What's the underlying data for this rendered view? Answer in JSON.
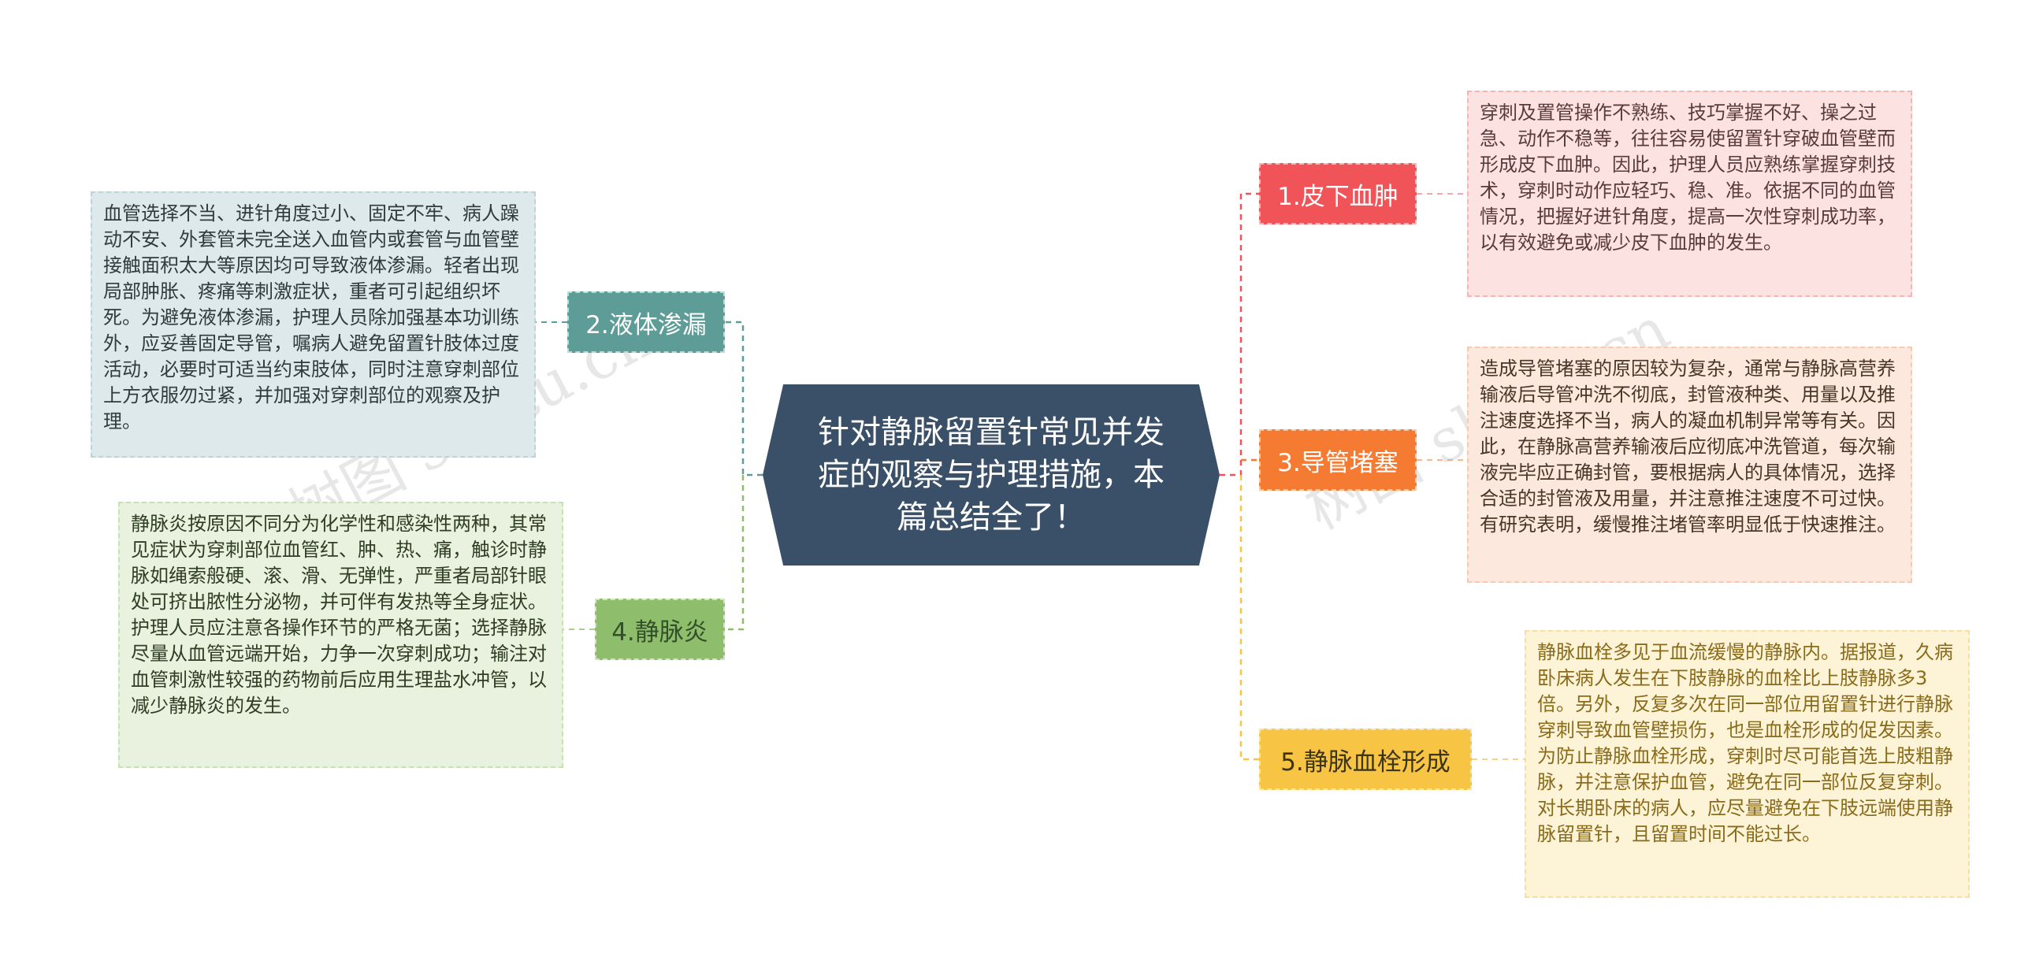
{
  "central": {
    "title": "针对静脉留置针常见并发症的观察与护理措施，本篇总结全了！"
  },
  "branches": [
    {
      "label": "1.皮下血肿",
      "color": "#f05458"
    },
    {
      "label": "2.液体渗漏",
      "color": "#5e9c97"
    },
    {
      "label": "3.导管堵塞",
      "color": "#f57b32"
    },
    {
      "label": "4.静脉炎",
      "color": "#8ebd6c"
    },
    {
      "label": "5.静脉血栓形成",
      "color": "#f7c443"
    }
  ],
  "details": [
    "穿刺及置管操作不熟练、技巧掌握不好、操之过急、动作不稳等，往往容易使留置针穿破血管壁而形成皮下血肿。因此，护理人员应熟练掌握穿刺技术，穿刺时动作应轻巧、稳、准。依据不同的血管情况，把握好进针角度，提高一次性穿刺成功率，以有效避免或减少皮下血肿的发生。",
    "血管选择不当、进针角度过小、固定不牢、病人躁动不安、外套管未完全送入血管内或套管与血管壁接触面积太大等原因均可导致液体渗漏。轻者出现局部肿胀、疼痛等刺激症状，重者可引起组织坏死。为避免液体渗漏，护理人员除加强基本功训练外，应妥善固定导管，嘱病人避免留置针肢体过度活动，必要时可适当约束肢体，同时注意穿刺部位上方衣服勿过紧，并加强对穿刺部位的观察及护理。",
    "造成导管堵塞的原因较为复杂，通常与静脉高营养输液后导管冲洗不彻底，封管液种类、用量以及推注速度选择不当，病人的凝血机制异常等有关。因此，在静脉高营养输液后应彻底冲洗管道，每次输液完毕应正确封管，要根据病人的具体情况，选择合适的封管液及用量，并注意推注速度不可过快。有研究表明，缓慢推注堵管率明显低于快速推注。",
    "静脉炎按原因不同分为化学性和感染性两种，其常见症状为穿刺部位血管红、肿、热、痛，触诊时静脉如绳索般硬、滚、滑、无弹性，严重者局部针眼处可挤出脓性分泌物，并可伴有发热等全身症状。护理人员应注意各操作环节的严格无菌；选择静脉尽量从血管远端开始，力争一次穿刺成功；输注对血管刺激性较强的药物前后应用生理盐水冲管，以减少静脉炎的发生。",
    "静脉血栓多见于血流缓慢的静脉内。据报道，久病卧床病人发生在下肢静脉的血栓比上肢静脉多3倍。另外，反复多次在同一部位用留置针进行静脉穿刺导致血管壁损伤，也是血栓形成的促发因素。为防止静脉血栓形成，穿刺时尽可能首选上肢粗静脉，并注意保护血管，避免在同一部位反复穿刺。对长期卧床的病人，应尽量避免在下肢远端使用静脉留置针，且留置时间不能过长。"
  ],
  "watermarks": [
    "树图 shutu.cn",
    "树图 shutu.cn"
  ]
}
